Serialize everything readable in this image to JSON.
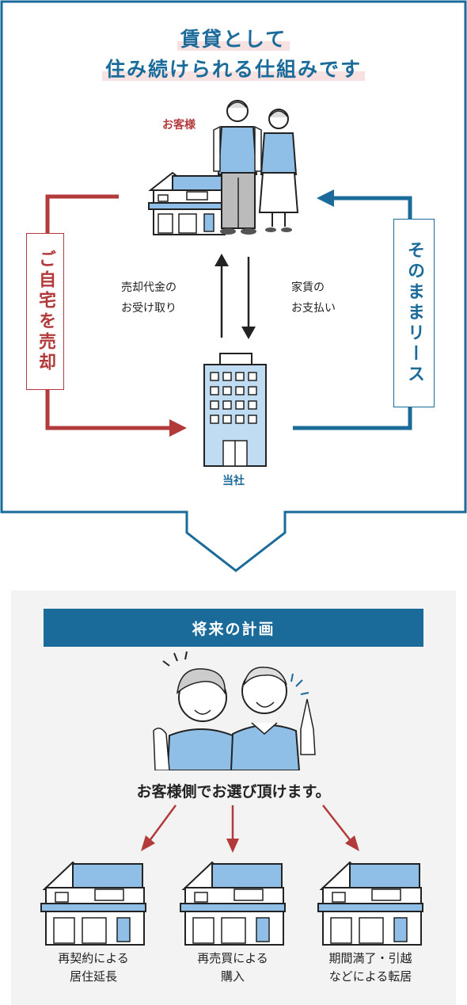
{
  "title": {
    "line1": "賃貸として",
    "line2": "住み続けられる仕組みです"
  },
  "customer_label": "お客様",
  "company_label": "当社",
  "left_flow": "ご自宅を売却",
  "right_flow": "そのままリース",
  "up_arrow_text": [
    "売却代金の",
    "お受け取り"
  ],
  "down_arrow_text": [
    "家賃の",
    "お支払い"
  ],
  "future": {
    "banner": "将来の計画",
    "subtitle": "お客様側でお選び頂けます。",
    "options": [
      {
        "line1": "再契約による",
        "line2": "居住延長"
      },
      {
        "line1": "再売買による",
        "line2": "購入"
      },
      {
        "line1": "期間満了・引越",
        "line2": "などによる転居"
      }
    ]
  },
  "colors": {
    "blue": "#1a6b9a",
    "red": "#b33a3a",
    "light_blue": "#8fbfe6",
    "highlight": "#f7e1e1",
    "panel_gray": "#f3f3f3"
  }
}
